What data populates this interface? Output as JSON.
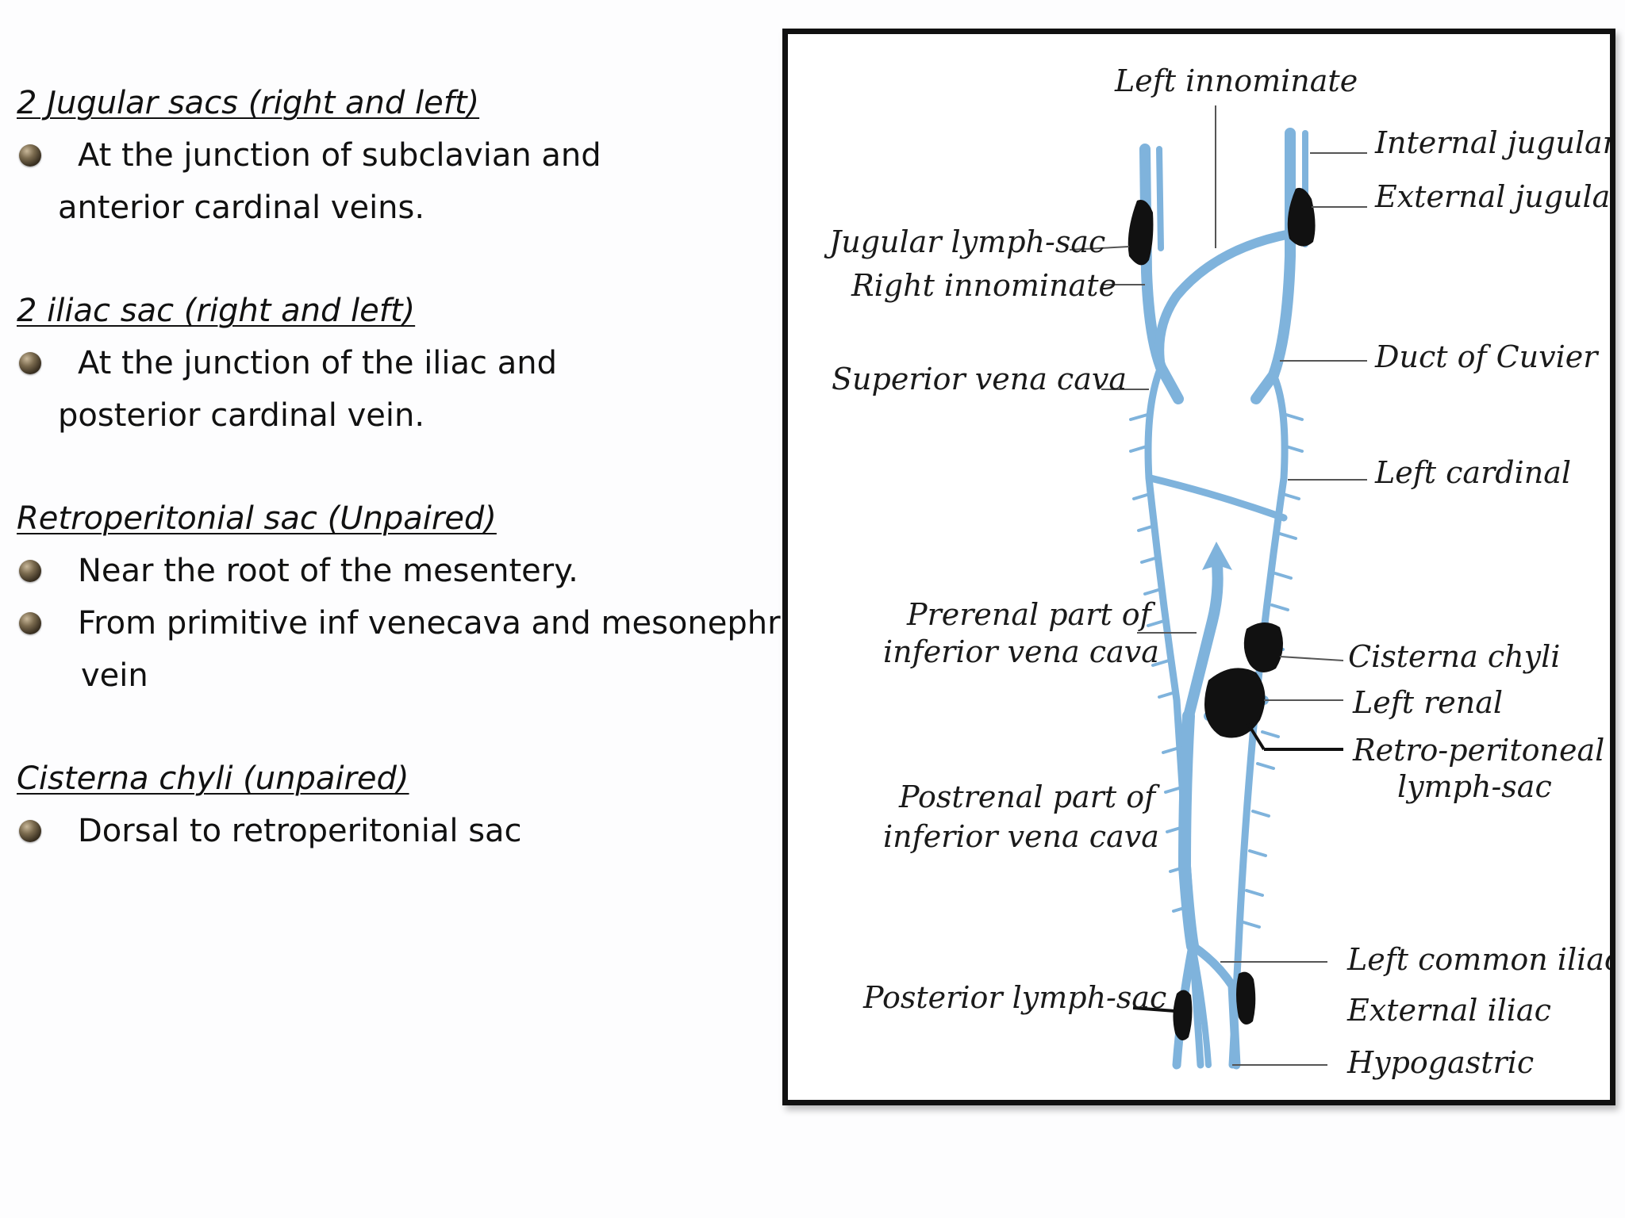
{
  "sections": [
    {
      "heading": "2 Jugular sacs (right and left)",
      "bullets": [
        {
          "lines": [
            "At the junction of subclavian and",
            "anterior cardinal veins."
          ]
        }
      ]
    },
    {
      "heading": "2 iliac sac (right and left)",
      "bullets": [
        {
          "lines": [
            "At the junction of the iliac and",
            "posterior cardinal vein."
          ]
        }
      ]
    },
    {
      "heading": "Retroperitonial sac (Unpaired)",
      "bullets": [
        {
          "lines": [
            "Near the root of the mesentery."
          ]
        },
        {
          "lines": [
            "From primitive inf venecava and mesonephric",
            "vein"
          ]
        }
      ]
    },
    {
      "heading": "Cisterna chyli (unpaired)",
      "bullets": [
        {
          "lines": [
            "Dorsal to retroperitonial sac"
          ]
        }
      ]
    }
  ],
  "diagram": {
    "labels": {
      "left_innominate": "Left innominate",
      "internal_jugular": "Internal jugular",
      "external_jugular": "External jugular",
      "jugular_lymph_sac": "Jugular lymph-sac",
      "right_innominate": "Right innominate",
      "duct_of_cuvier": "Duct of Cuvier",
      "superior_vena_cava": "Superior vena cava",
      "left_cardinal": "Left cardinal",
      "prerenal_line1": "Prerenal part of",
      "prerenal_line2": "inferior vena cava",
      "cisterna_chyli": "Cisterna chyli",
      "left_renal": "Left renal",
      "retro_line1": "Retro-peritoneal",
      "retro_line2": "lymph-sac",
      "postrenal_line1": "Postrenal part of",
      "postrenal_line2": "inferior vena cava",
      "left_common_iliac": "Left common iliac",
      "external_iliac": "External iliac",
      "posterior_lymph_sac": "Posterior lymph-sac",
      "hypogastric": "Hypogastric"
    },
    "colors": {
      "vein": "#7fb3dc",
      "sac": "#111111",
      "frame": "#111111"
    }
  }
}
